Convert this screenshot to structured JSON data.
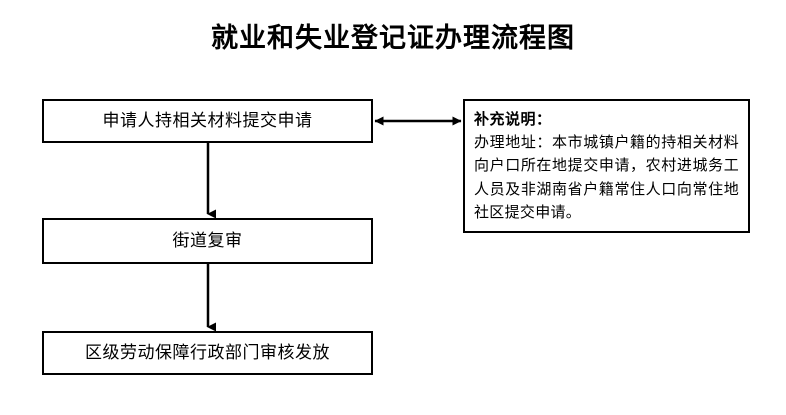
{
  "title": "就业和失业登记证办理流程图",
  "flow": {
    "steps": [
      {
        "id": "apply",
        "label": "申请人持相关材料提交申请"
      },
      {
        "id": "street",
        "label": "街道复审"
      },
      {
        "id": "issue",
        "label": "区级劳动保障行政部门审核发放"
      }
    ],
    "connectors": [
      {
        "id": "apply-to-street",
        "from": "apply",
        "to": "street",
        "direction": "down"
      },
      {
        "id": "street-to-issue",
        "from": "street",
        "to": "issue",
        "direction": "down"
      },
      {
        "id": "apply-to-note",
        "from": "apply",
        "to": "note",
        "direction": "both"
      }
    ]
  },
  "note": {
    "heading": "补充说明：",
    "body": "办理地址：本市城镇户籍的持相关材料向户口所在地提交申请，农村进城务工人员及非湖南省户籍常住人口向常住地社区提交申请。"
  },
  "colors": {
    "background": "#ffffff",
    "stroke": "#000000",
    "text": "#000000"
  }
}
